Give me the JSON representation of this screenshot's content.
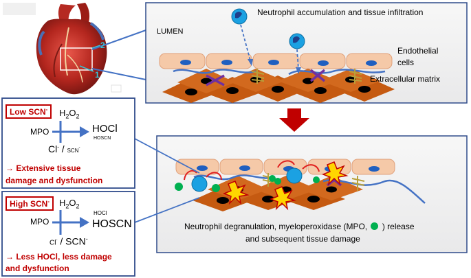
{
  "heart": {
    "callout_1": "1",
    "callout_2": "2"
  },
  "top_panel": {
    "title": "Neutrophil accumulation and tissue infiltration",
    "lumen_label": "LUMEN",
    "endothelial_label_line1": "Endothelial",
    "endothelial_label_line2": "cells",
    "ecm_label": "Extracellular matrix"
  },
  "bottom_panel": {
    "caption_line1_pre": "Neutrophil degranulation, myeloperoxidase (MPO,",
    "caption_line1_post": ") release",
    "caption_line2": "and subsequent tissue damage"
  },
  "low_scn": {
    "badge": "Low SCN",
    "badge_sup": "-",
    "h2o2_main": "H",
    "h2o2_sub1": "2",
    "h2o2_mid": "O",
    "h2o2_sub2": "2",
    "mpo": "MPO",
    "product_main": "HOCl",
    "product_minor": "HOSCN",
    "halide_main": "Cl",
    "halide_main_sup": "-",
    "halide_sep": "/",
    "halide_minor": "SCN",
    "halide_minor_sup": "-",
    "outcome_line1": "→ Extensive tissue",
    "outcome_line2": "damage and dysfunction"
  },
  "high_scn": {
    "badge": "High SCN",
    "badge_sup": "-",
    "h2o2_main": "H",
    "h2o2_sub1": "2",
    "h2o2_mid": "O",
    "h2o2_sub2": "2",
    "mpo": "MPO",
    "product_minor": "HOCl",
    "product_main": "HOSCN",
    "halide_minor": "Cl",
    "halide_minor_sup": "-",
    "halide_sep": "/",
    "halide_main": "SCN",
    "halide_main_sup": "-",
    "outcome_line1": "→ Less HOCl, less damage",
    "outcome_line2": "and dysfunction"
  },
  "colors": {
    "panel_border": "#2f4b8a",
    "panel_fill": "#f2f2f2",
    "endothelial": "#f5c9a8",
    "ecm": "#c55a11",
    "neutrophil": "#1ba1e2",
    "mpo_dot": "#00b050",
    "alert_red": "#c00000",
    "arrow_red": "#c00000",
    "inhibitor_purple": "#7030a0",
    "fiber_blue": "#4472c4"
  }
}
